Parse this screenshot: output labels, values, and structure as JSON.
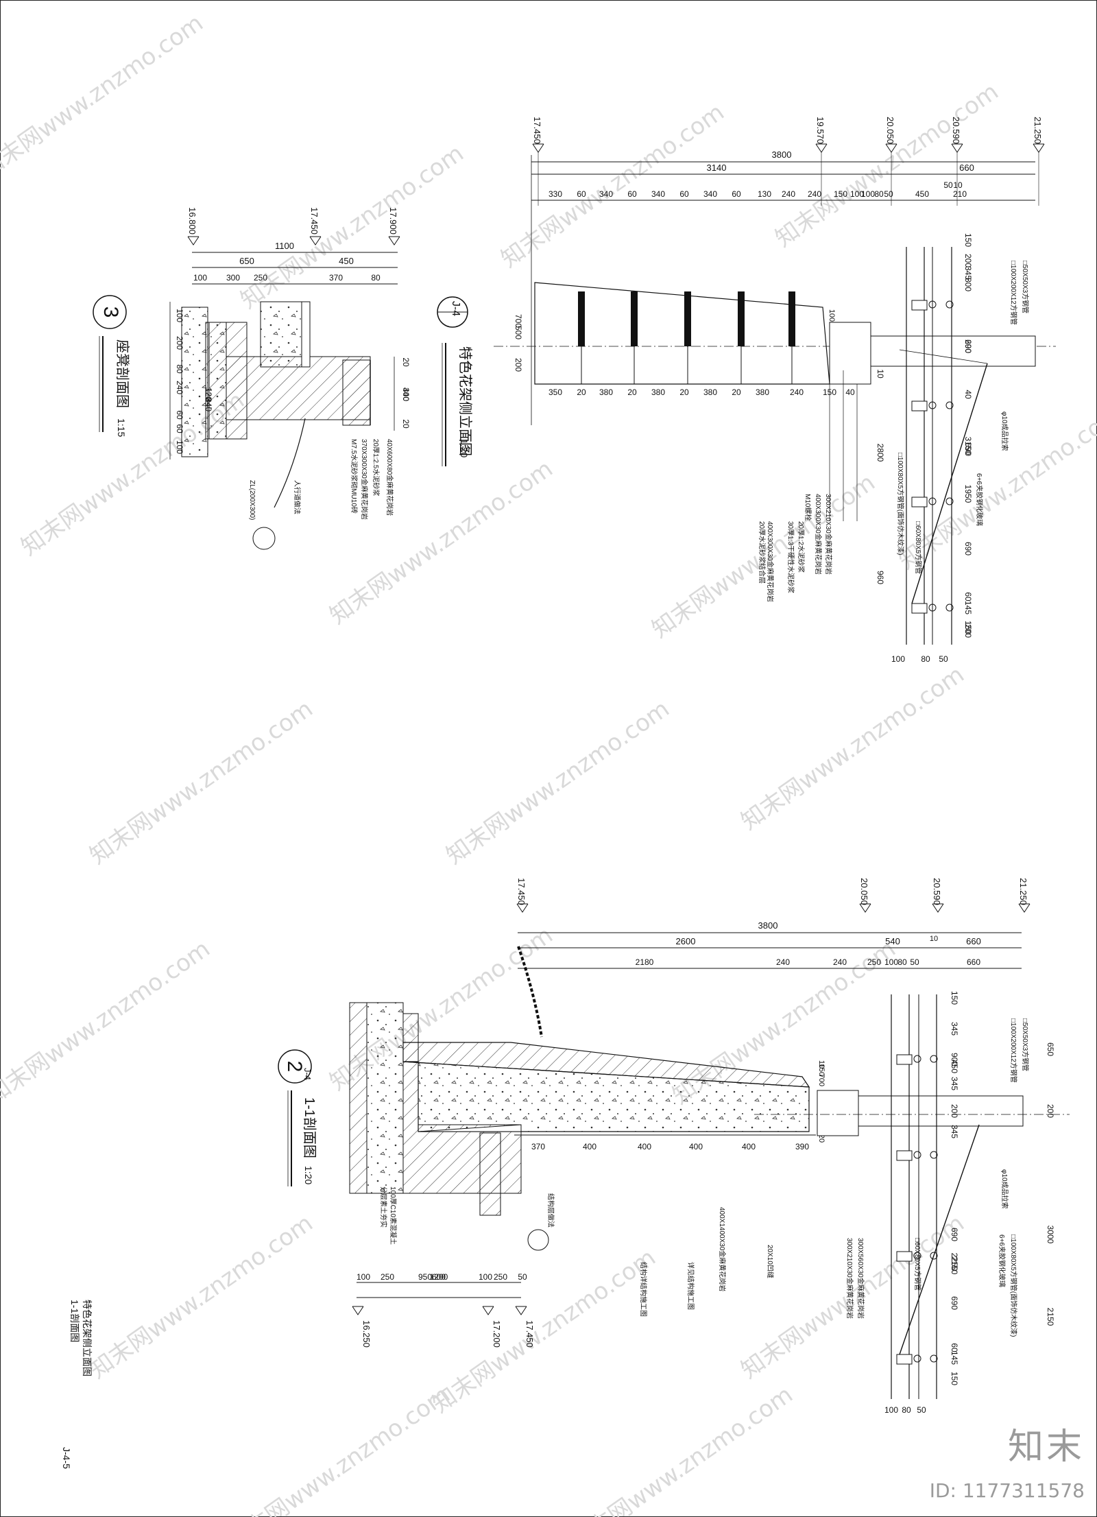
{
  "drawing": {
    "sheet_number": "J-4-5",
    "sheet_caption_1": "特色花架侧立面图",
    "sheet_caption_2": "1-1剖面图",
    "accent_color": "#111111",
    "hatch_color": "#333333"
  },
  "view_top_right": {
    "title": "特色花架侧立面图",
    "scale": "1:20",
    "tag": "J-4",
    "elevations": [
      "17.450",
      "19.570",
      "20.050",
      "20.590",
      "21.250"
    ],
    "dims_total": [
      "3800"
    ],
    "dims_row2": [
      "3140",
      "660"
    ],
    "dims_row3": [
      "330",
      "60",
      "340",
      "60",
      "340",
      "60",
      "340",
      "60",
      "130",
      "240",
      "240",
      "150",
      "100",
      "100",
      "80",
      "50",
      "450",
      "210"
    ],
    "dims_small": [
      "50",
      "10"
    ],
    "dims_bottom": [
      "350",
      "20",
      "380",
      "20",
      "380",
      "20",
      "380",
      "20",
      "380",
      "240",
      "150",
      "40"
    ],
    "dims_left": [
      "700",
      "500",
      "200"
    ],
    "dims_mid": [
      "100",
      "200",
      "200",
      "300",
      "100",
      "240"
    ],
    "dims_right_col": [
      "150",
      "345",
      "800",
      "200",
      "690",
      "200",
      "40",
      "3150",
      "690",
      "1950",
      "690",
      "60",
      "145",
      "150",
      "200"
    ],
    "dims_right_bottom": [
      "100",
      "80",
      "50"
    ],
    "dims_misc": [
      "2800",
      "960",
      "10"
    ],
    "notes": [
      "□100X200X12方钢管",
      "□50X50X3方钢管",
      "φ10成品拉索",
      "6+6夹胶钢化玻璃",
      "□100X80X5方钢管(面饰仿木纹漆)",
      "□60X80X5方钢管",
      "300X210X30金麻黄花岗岩",
      "400X300X30金麻黄花岗岩",
      "M10螺栓",
      "20厚1:2水泥砂浆",
      "30厚1:3干硬性水泥砂浆",
      "400X300X30金麻黄花岗岩",
      "20厚水泥砂浆结合层"
    ]
  },
  "view_top_left": {
    "title": "座凳剖面图",
    "scale": "1:15",
    "number": "3",
    "elevations": [
      "16.800",
      "17.450",
      "17.900"
    ],
    "dims_top": [
      "1100"
    ],
    "dims_row2": [
      "650",
      "450"
    ],
    "dims_row3": [
      "100",
      "300",
      "250",
      "370",
      "80"
    ],
    "dims_left": [
      "100",
      "200",
      "80",
      "240",
      "60",
      "60",
      "100"
    ],
    "dims_right": [
      "20",
      "340",
      "20",
      "400"
    ],
    "dims_inner": [
      "840",
      "120",
      "120"
    ],
    "notes": [
      "40X600X80金麻黄花岗岩",
      "20厚1:2.5水泥砂浆",
      "370X300X30金麻黄花岗岩",
      "M7.5水泥砂浆砌MU10砖",
      "人行道做法",
      "ZL(200X300)"
    ]
  },
  "view_bottom": {
    "title": "1-1剖面图",
    "scale": "1:20",
    "number": "2",
    "tag": "J-4",
    "elevations": [
      "17.450",
      "20.050",
      "20.590",
      "21.250"
    ],
    "elevations_bottom": [
      "16.250",
      "17.200",
      "17.450"
    ],
    "dims_total": [
      "3800"
    ],
    "dims_row2": [
      "2600",
      "540",
      "660"
    ],
    "dims_row3": [
      "2180",
      "240",
      "240",
      "250",
      "100",
      "80",
      "50",
      "660"
    ],
    "dims_small": [
      "10"
    ],
    "dims_bottom_row": [
      "370",
      "400",
      "400",
      "400",
      "400",
      "390"
    ],
    "dims_base": [
      "100",
      "250",
      "600",
      "100",
      "250",
      "950",
      "1200",
      "50"
    ],
    "dims_right_col": [
      "150",
      "345",
      "900",
      "345",
      "200",
      "450",
      "345",
      "690",
      "2250",
      "2150",
      "690",
      "60",
      "145",
      "150"
    ],
    "dims_right_outer": [
      "650",
      "200",
      "3000",
      "2150"
    ],
    "dims_right_bottom": [
      "100",
      "80",
      "50"
    ],
    "dims_misc": [
      "700",
      "20",
      "10",
      "300",
      "200",
      "20",
      "150"
    ],
    "notes": [
      "□100X200X12方钢管",
      "□50X50X3方钢管",
      "φ10成品拉索",
      "□100X80X5方钢管(面饰仿木纹漆)",
      "6+6夹胶钢化玻璃",
      "□60X80X5方钢管",
      "300X210X30金麻黄花岗岩",
      "300X560X30金麻黄花岗岩",
      "400X1400X30金麻黄花岗岩",
      "20X10凹缝",
      "详见结构施工图",
      "结构详结构施工图",
      "结构层做法",
      "100厚C10素混凝土",
      "分层素土夯实"
    ]
  },
  "watermark": {
    "text": "知末网www.znzmo.com",
    "brand": "知末",
    "id": "ID: 1177311578"
  }
}
